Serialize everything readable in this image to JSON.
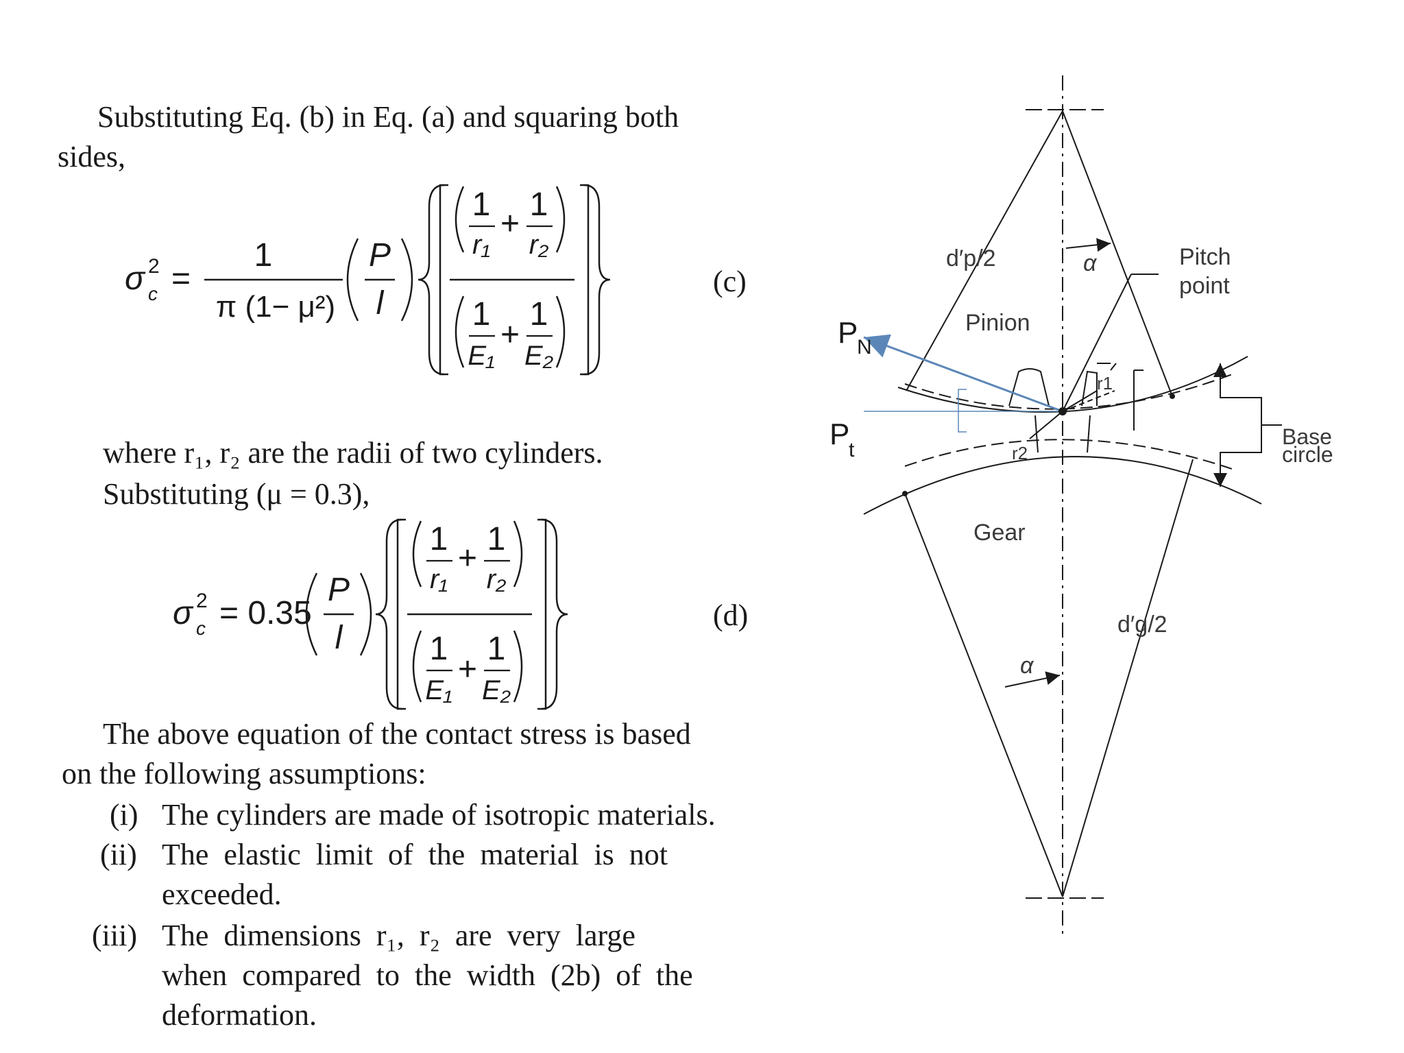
{
  "text": {
    "intro_line1": "Substituting Eq. (b) in Eq. (a) and squaring both",
    "intro_line2": "sides,",
    "eq_c_label": "(c)",
    "where_line": "where r₁, r₂ are the radii of two cylinders.",
    "subst_line": "Substituting (μ = 0.3),",
    "eq_d_label": "(d)",
    "above_line1": "The above equation of the contact stress is based",
    "above_line2": "on the following assumptions:",
    "items": [
      {
        "num": "(i)",
        "lines": [
          "The cylinders are made of isotropic materials."
        ]
      },
      {
        "num": "(ii)",
        "lines": [
          "The  elastic  limit  of  the  material  is  not",
          "exceeded."
        ]
      },
      {
        "num": "(iii)",
        "lines": [
          "The  dimensions  r₁,  r₂  are  very  large",
          "when  compared  to  the  width  (2b)  of  the",
          "deformation."
        ]
      }
    ]
  },
  "eq_c": {
    "lhs": "σ",
    "lhs_sup": "2",
    "lhs_sub": "c",
    "eq": "=",
    "coef_num": "1",
    "coef_den": "π (1− μ²)",
    "p": "P",
    "l": "l",
    "one": "1",
    "plus": "+",
    "r1": "r₁",
    "r2": "r₂",
    "e1": "E₁",
    "e2": "E₂"
  },
  "eq_d": {
    "lhs": "σ",
    "lhs_sup": "2",
    "lhs_sub": "c",
    "eq": "= 0.35",
    "p": "P",
    "l": "l",
    "one": "1",
    "plus": "+",
    "r1": "r₁",
    "r2": "r₂",
    "e1": "E₁",
    "e2": "E₂"
  },
  "figure": {
    "dp2": "d′p/2",
    "dg2": "d′g/2",
    "alpha": "α",
    "pitch_point_1": "Pitch",
    "pitch_point_2": "point",
    "pinion": "Pinion",
    "gear": "Gear",
    "base_circle_1": "Base",
    "base_circle_2": "circle",
    "r1": "r1",
    "r2": "r2",
    "pn": "P",
    "pn_sub": "N",
    "pt": "P",
    "pt_sub": "t",
    "arrow_color": "#5b87b8"
  }
}
